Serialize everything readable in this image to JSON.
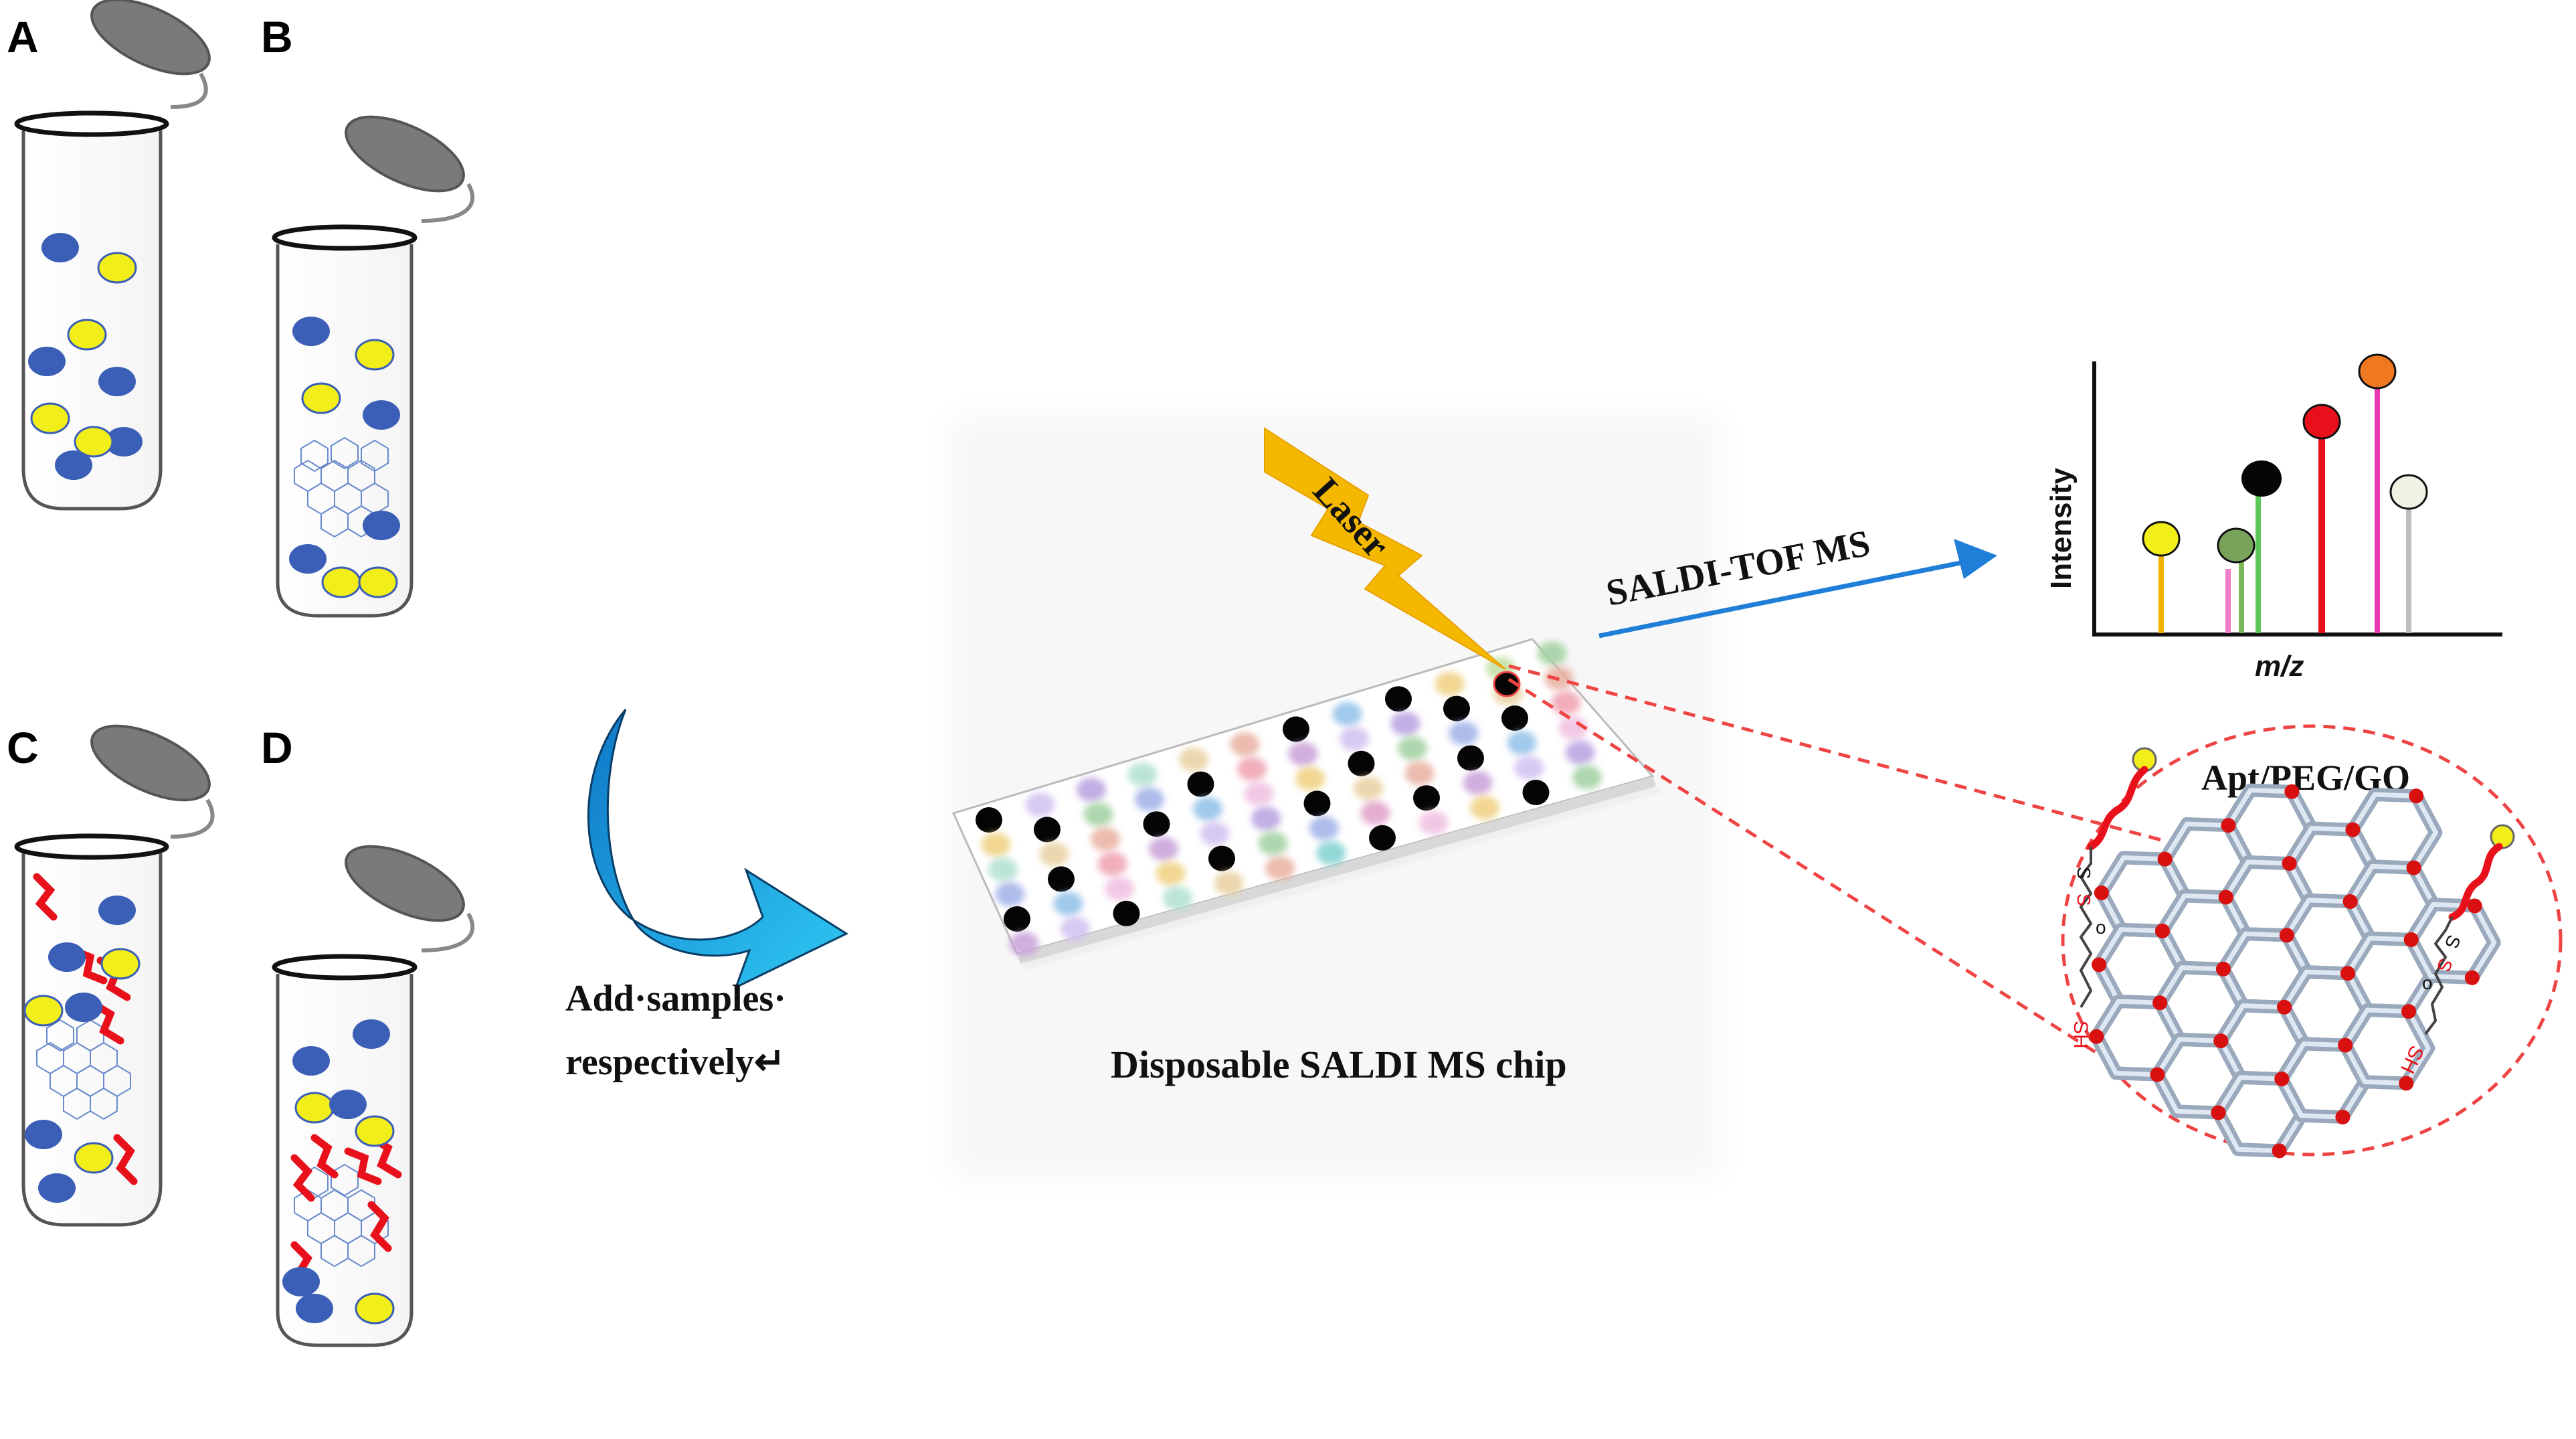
{
  "panels": {
    "a": "A",
    "b": "B",
    "c": "C",
    "d": "D"
  },
  "add_samples": {
    "line1": "Add·samples·",
    "line2": "respectively↵"
  },
  "chip": {
    "caption": "Disposable SALDI MS chip"
  },
  "laser": {
    "label": "Laser"
  },
  "ms": {
    "arrow_label": "SALDI-TOF MS",
    "ylabel": "Intensity",
    "xlabel": "m/z"
  },
  "zoom": {
    "label": "Apt/PEG/GO",
    "sh_label": "SH",
    "s_label": "S",
    "o_label": "o"
  },
  "colors": {
    "blue_molecule": "#3b5fb6",
    "yellow_molecule": "#f2ee1a",
    "aptamer_red": "#e8101a",
    "laser_yellow": "#f5b800",
    "arrow_blue": "#1f7ed8",
    "curved_arrow_blue": "#1aa6e6",
    "dashed_red": "#ee4444"
  }
}
